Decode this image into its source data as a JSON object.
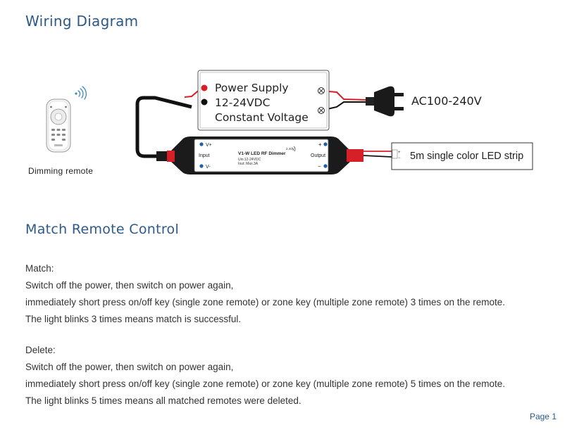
{
  "headings": {
    "wiring": "Wiring Diagram",
    "match_remote": "Match Remote Control"
  },
  "diagram": {
    "power_supply": [
      "Power Supply",
      "12-24VDC",
      "Constant Voltage"
    ],
    "ac_input": "AC100-240V",
    "led_strip": "5m single color LED strip",
    "remote_label": "Dimming remote",
    "dimmer": {
      "model": "V1-W   LED RF Dimmer",
      "specs": [
        "Uin:12-24VDC",
        "Iout: Max.3A"
      ],
      "rf": "2.4G",
      "input_label": "Input",
      "output_label": "Output",
      "vplus": "V+",
      "vminus": "V-",
      "plus": "+",
      "minus": "−"
    }
  },
  "match": {
    "heading": "Match:",
    "lines": [
      "Switch off the power, then switch on power again,",
      "immediately short press on/off key (single zone remote) or zone key (multiple zone remote) 3 times on the remote.",
      "The light blinks 3 times means match is successful."
    ]
  },
  "delete": {
    "heading": "Delete:",
    "lines": [
      "Switch off the power, then switch on power again,",
      "immediately short press on/off key (single zone remote) or zone key (multiple zone remote) 5 times on the remote.",
      "The light blinks 5 times means all matched remotes were deleted."
    ]
  },
  "footer": {
    "page": "Page 1"
  },
  "colors": {
    "heading": "#2b5a8a",
    "wire_red": "#d61f26",
    "wire_black": "#111111"
  }
}
